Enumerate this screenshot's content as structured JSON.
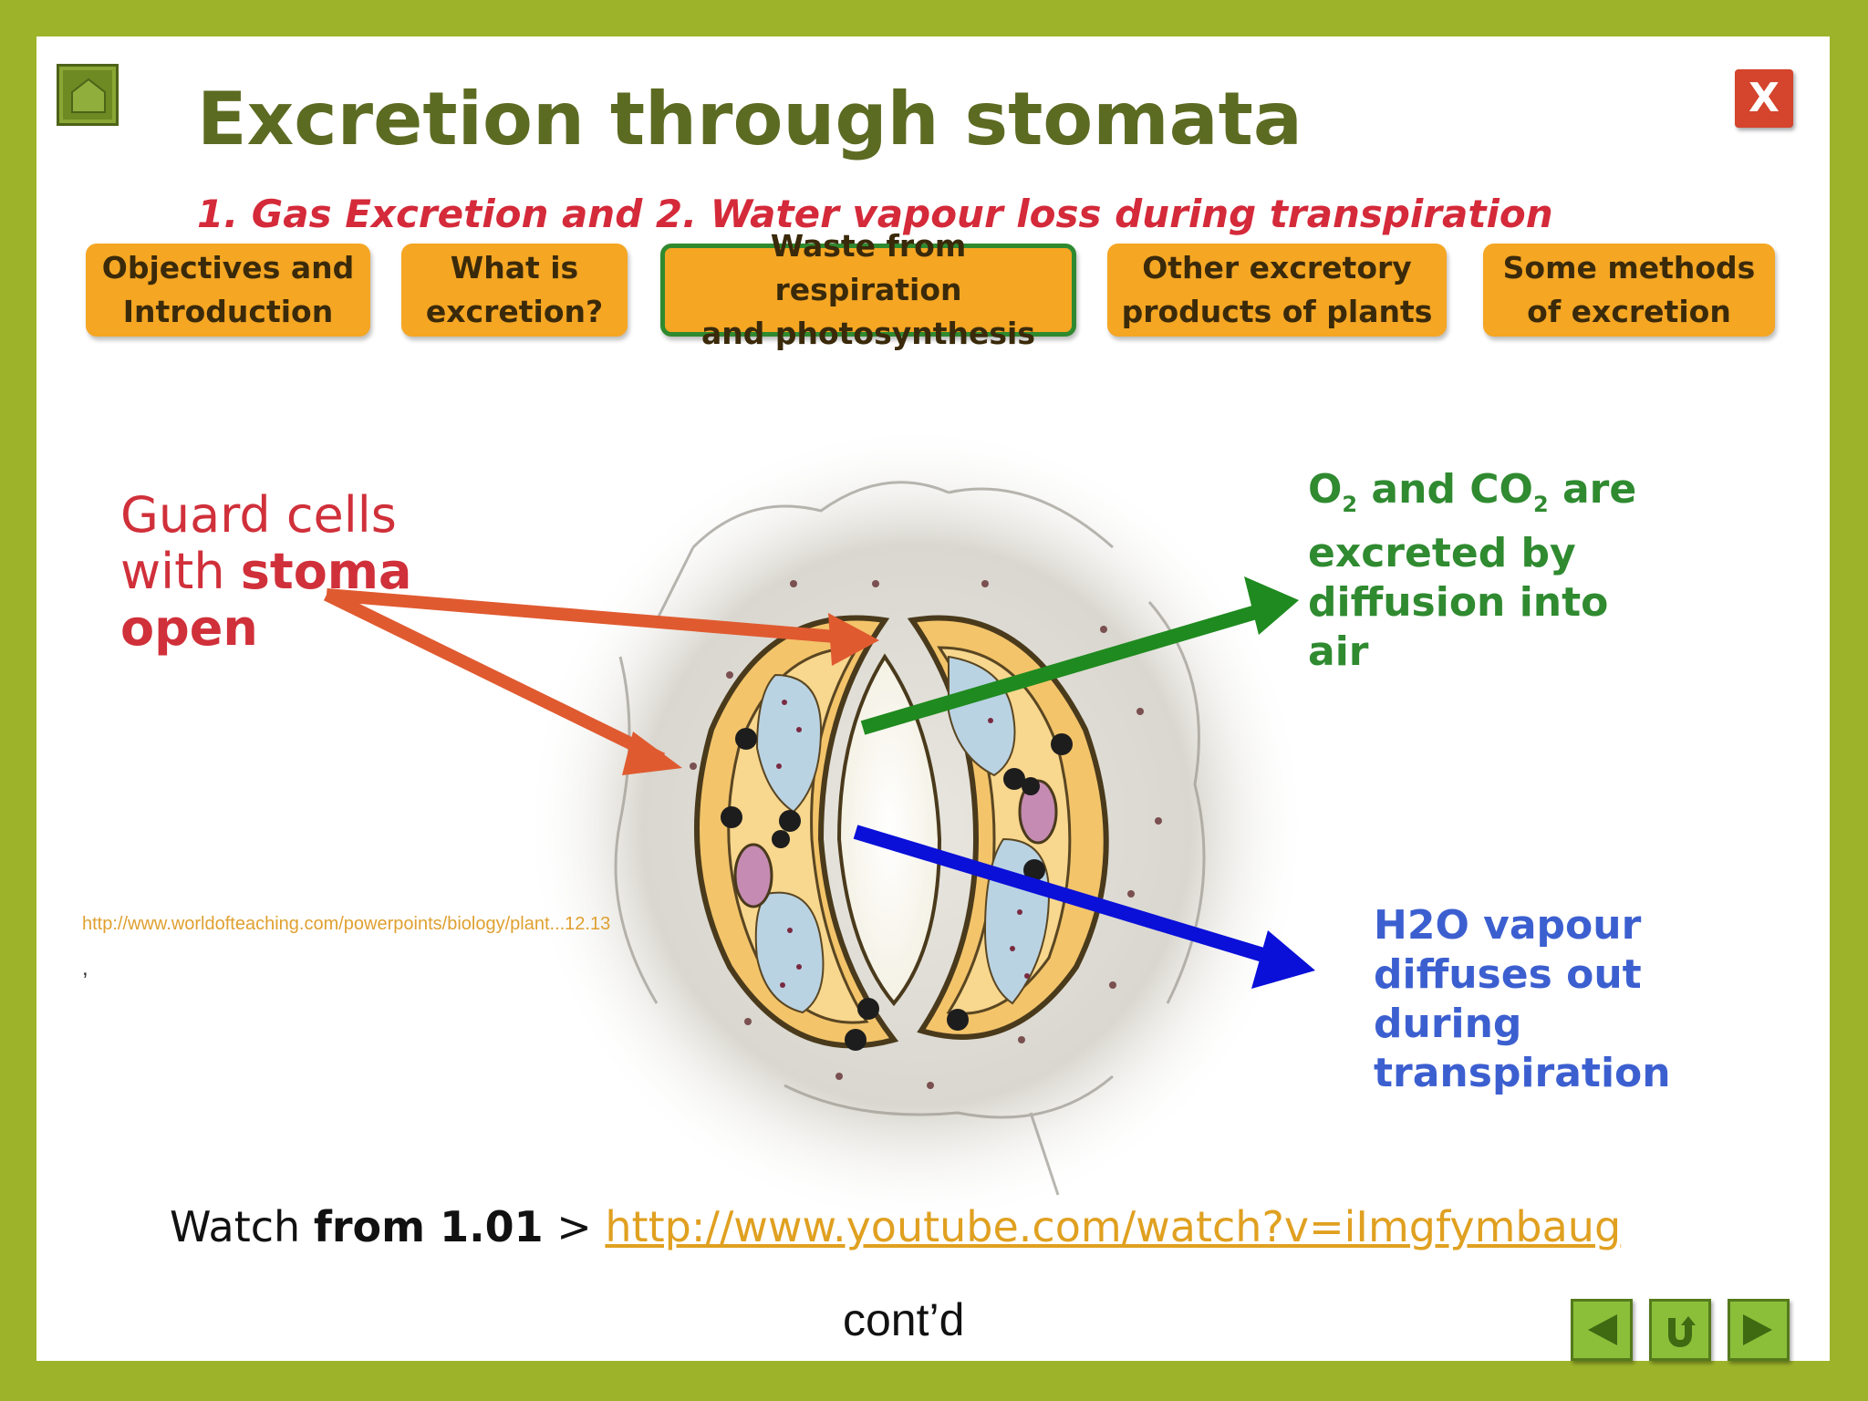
{
  "title": "Excretion through stomata",
  "subtitle": "1. Gas Excretion and 2. Water vapour  loss during transpiration",
  "close_label": "X",
  "tabs": [
    {
      "label_line1": "Objectives and",
      "label_line2": "Introduction"
    },
    {
      "label_line1": "What is",
      "label_line2": "excretion?"
    },
    {
      "label_line1": "Waste from respiration",
      "label_line2": "and photosynthesis"
    },
    {
      "label_line1": "Other excretory",
      "label_line2": "products of plants"
    },
    {
      "label_line1": "Some methods",
      "label_line2": "of excretion"
    }
  ],
  "labels": {
    "guard_line1": "Guard cells",
    "guard_line2_prefix": "with ",
    "guard_bold1": "stoma",
    "guard_bold2": "open",
    "gas_o": "O",
    "gas_sub1": "2",
    "gas_and": " and CO",
    "gas_sub2": "2",
    "gas_are": " are",
    "gas_line2": "excreted by",
    "gas_line3": "diffusion into",
    "gas_line4": "air",
    "water_line1": "H2O vapour",
    "water_line2": "diffuses out",
    "water_line3": "during",
    "water_line4": "transpiration"
  },
  "source_url": "http://www.worldofteaching.com/powerpoints/biology/plant...12.13",
  "comma": ",",
  "watch": {
    "prefix": "Watch ",
    "bold": "from 1.01",
    "arrow": " > ",
    "link": "http://www.youtube.com/watch?v=iImgfymbaug"
  },
  "contd": "cont’d",
  "colors": {
    "frame": "#9db42a",
    "title": "#5c6b22",
    "subtitle": "#d42a3a",
    "tab": "#f5a623",
    "tab_active_border": "#2f8a2f",
    "arrow_red": "#e05a30",
    "arrow_green": "#1f8a1f",
    "arrow_blue": "#0a10d8"
  },
  "icons": [
    "home-icon",
    "close-icon",
    "prev-icon",
    "replay-icon",
    "next-icon"
  ]
}
